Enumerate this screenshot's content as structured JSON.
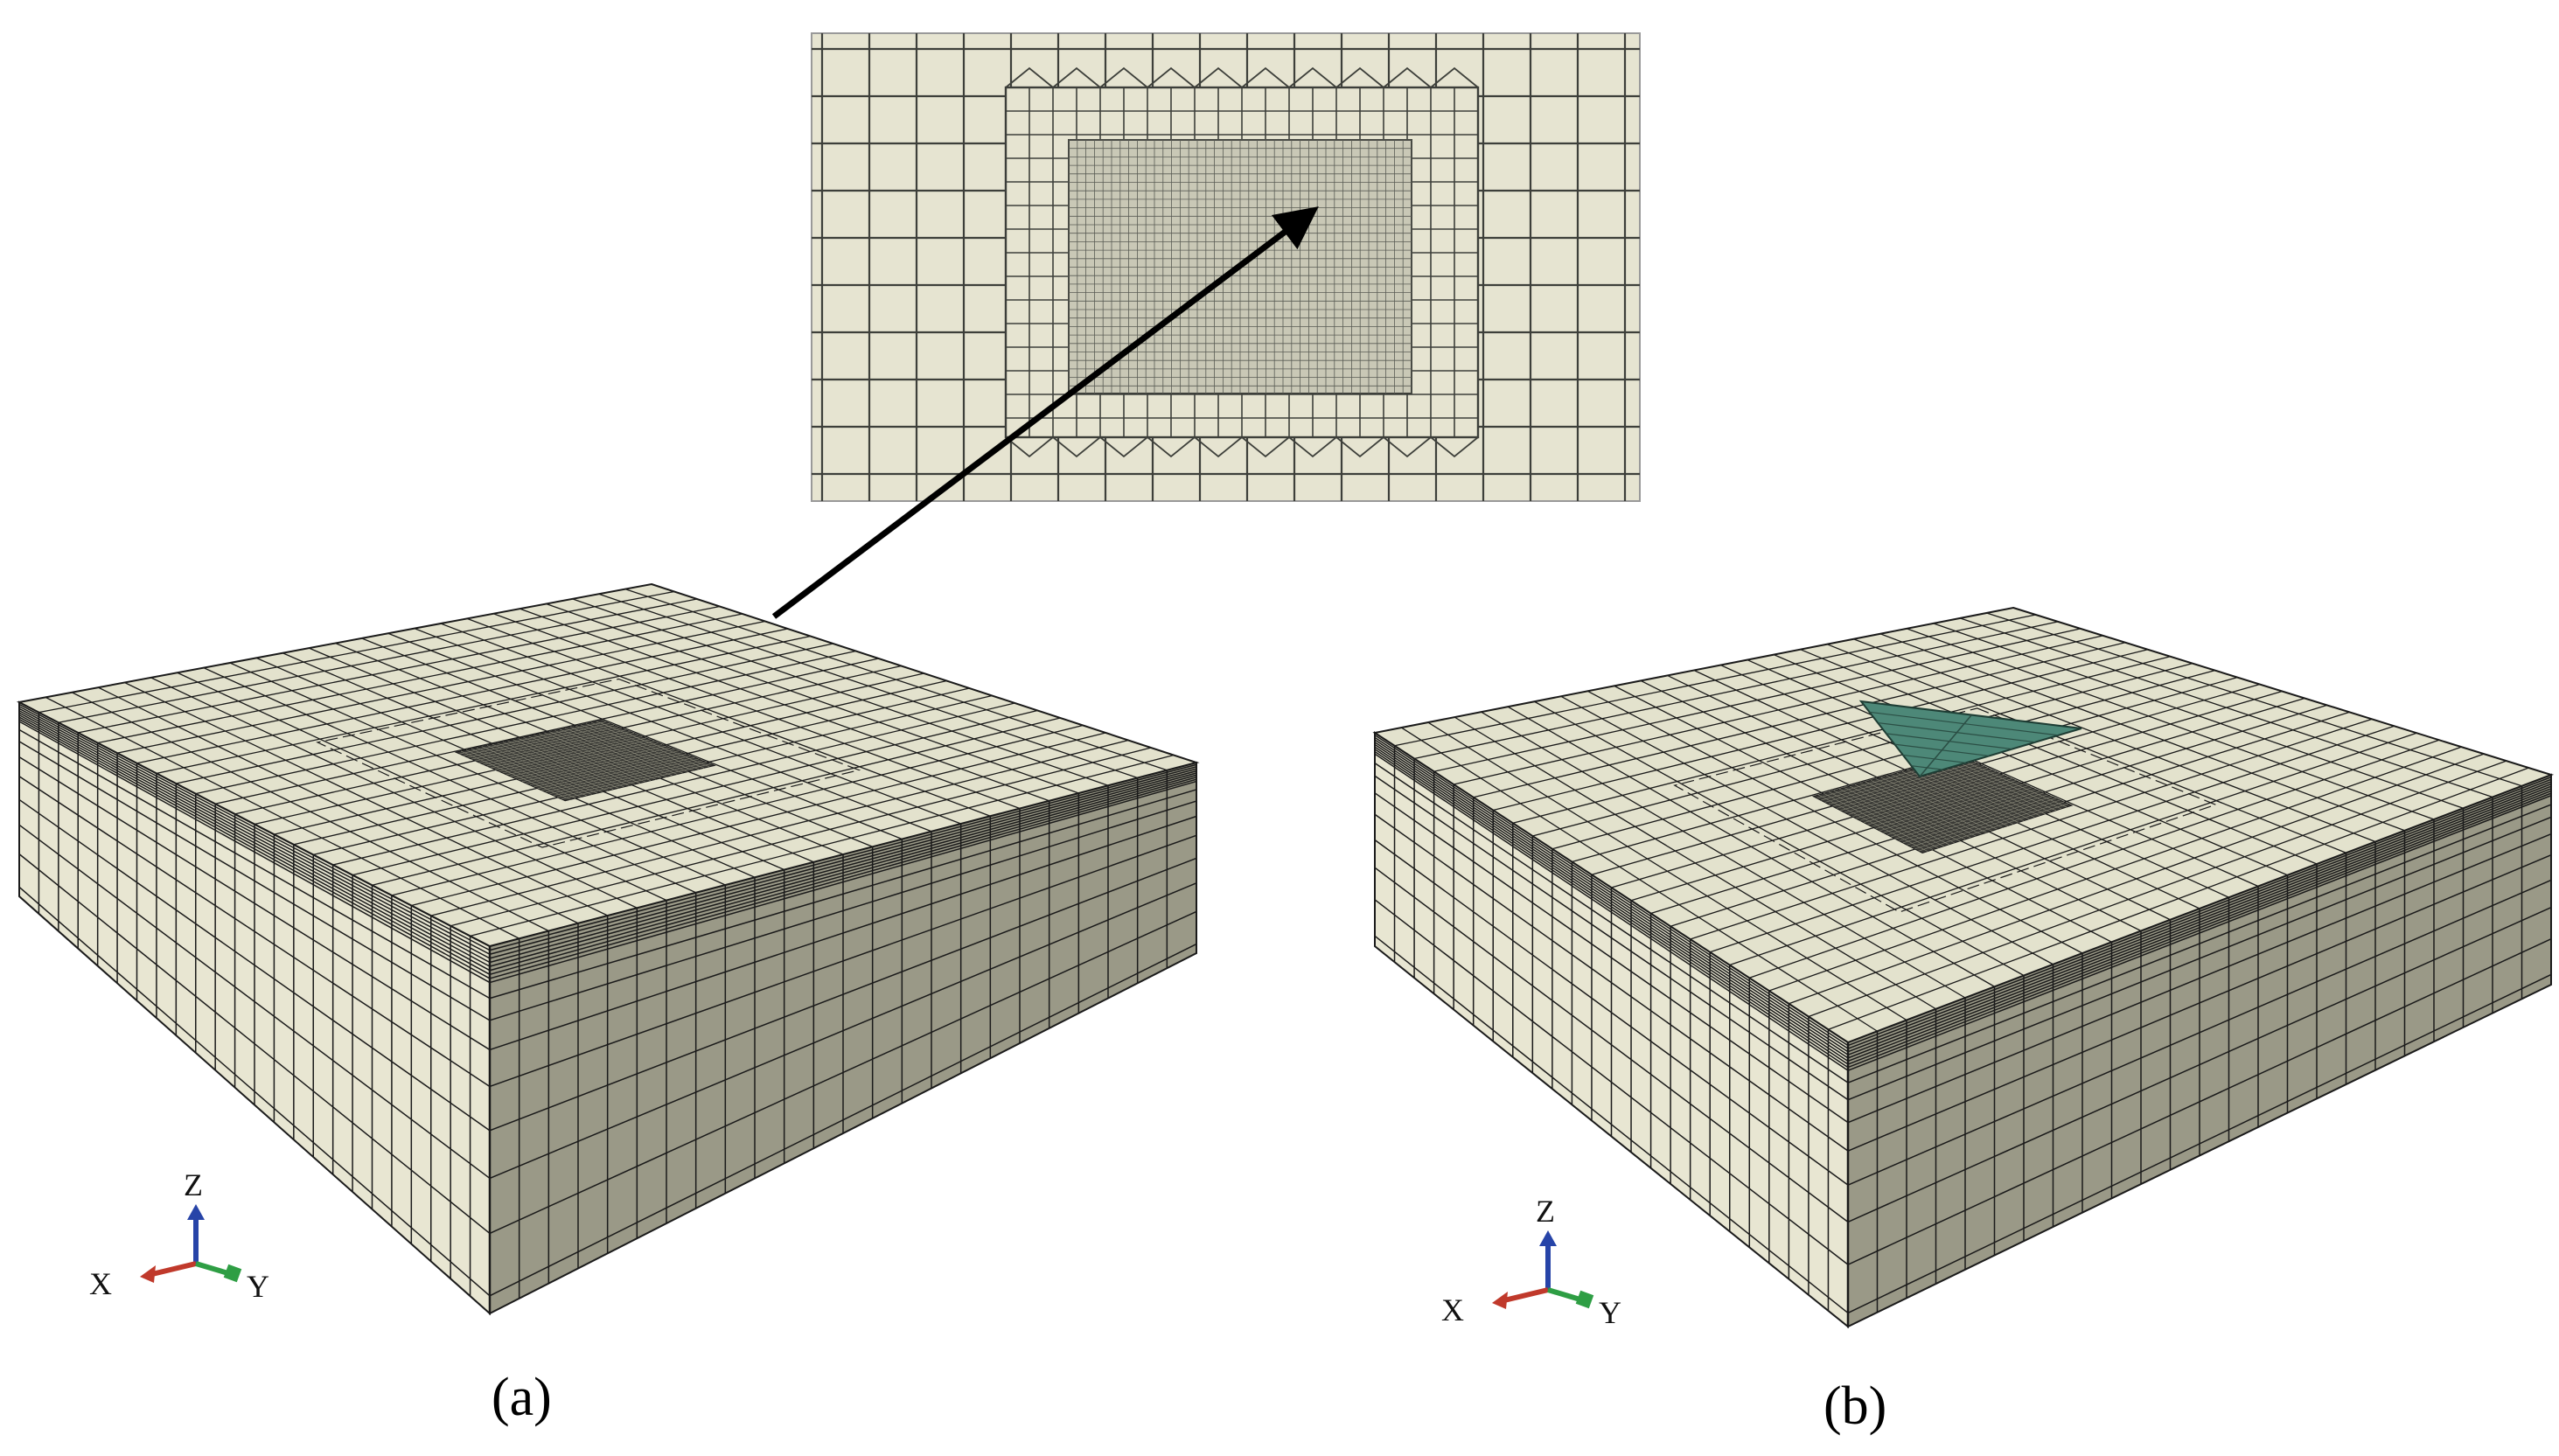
{
  "panels": [
    {
      "id": "a",
      "caption": "(a)",
      "indenter": false
    },
    {
      "id": "b",
      "caption": "(b)",
      "indenter": true
    }
  ],
  "triad": {
    "x": "X",
    "y": "Y",
    "z": "Z"
  },
  "colors": {
    "top_face": "#e3e2cd",
    "left_face": "#e8e6d2",
    "right_face": "#9a9987",
    "mesh_line": "#1a1a1a",
    "zoom_bg": "#e6e4d1",
    "zoom_line": "#3d3f3a",
    "indenter": "#4d8878",
    "axis_x": "#c0392b",
    "axis_y": "#2e9e44",
    "axis_z": "#2744a8",
    "arrow": "#000000"
  }
}
